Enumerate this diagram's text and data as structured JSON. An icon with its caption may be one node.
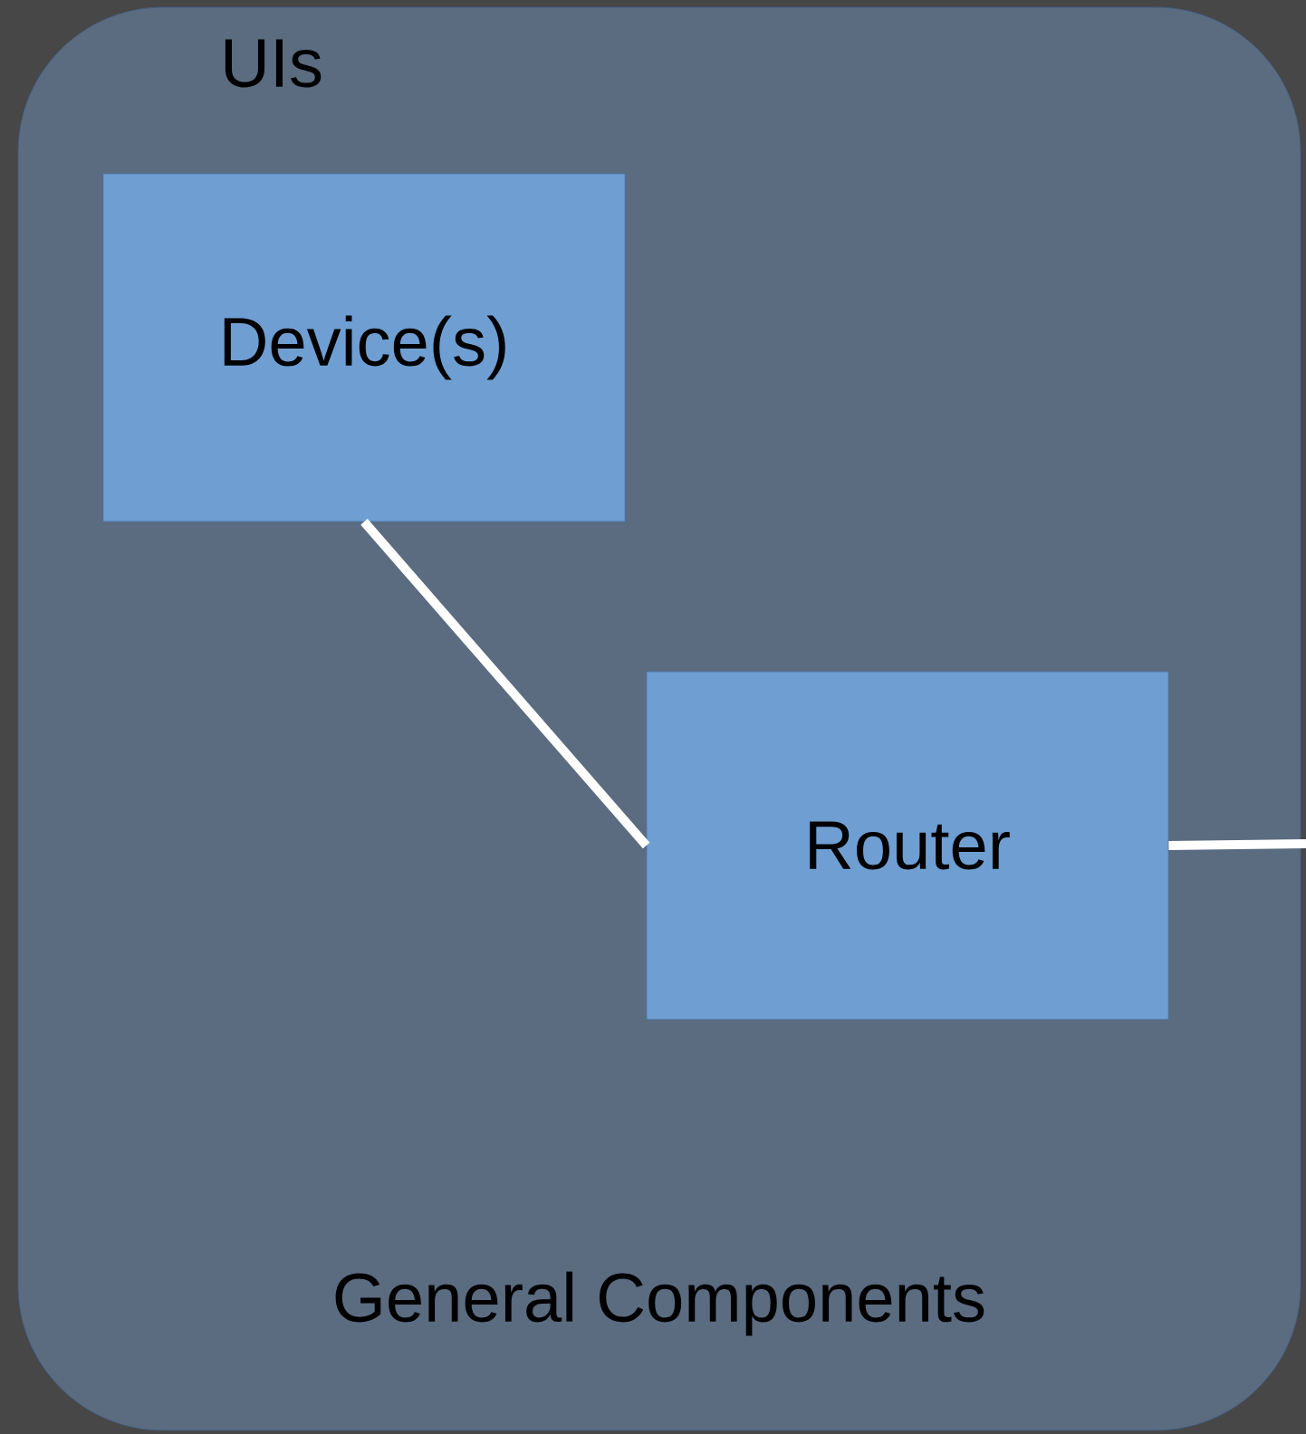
{
  "diagram": {
    "nodes": [
      {
        "text": [
          "UIs",
          "General Components"
        ]
      },
      {
        "text": [
          "Device(s)"
        ],
        "in": 0
      },
      {
        "text": [
          "Router"
        ],
        "in": 0
      }
    ],
    "edges": [
      {
        "from": 1,
        "to": 2,
        "arrow": "none"
      },
      {
        "from": 2,
        "to": null,
        "arrow": "none"
      }
    ]
  }
}
